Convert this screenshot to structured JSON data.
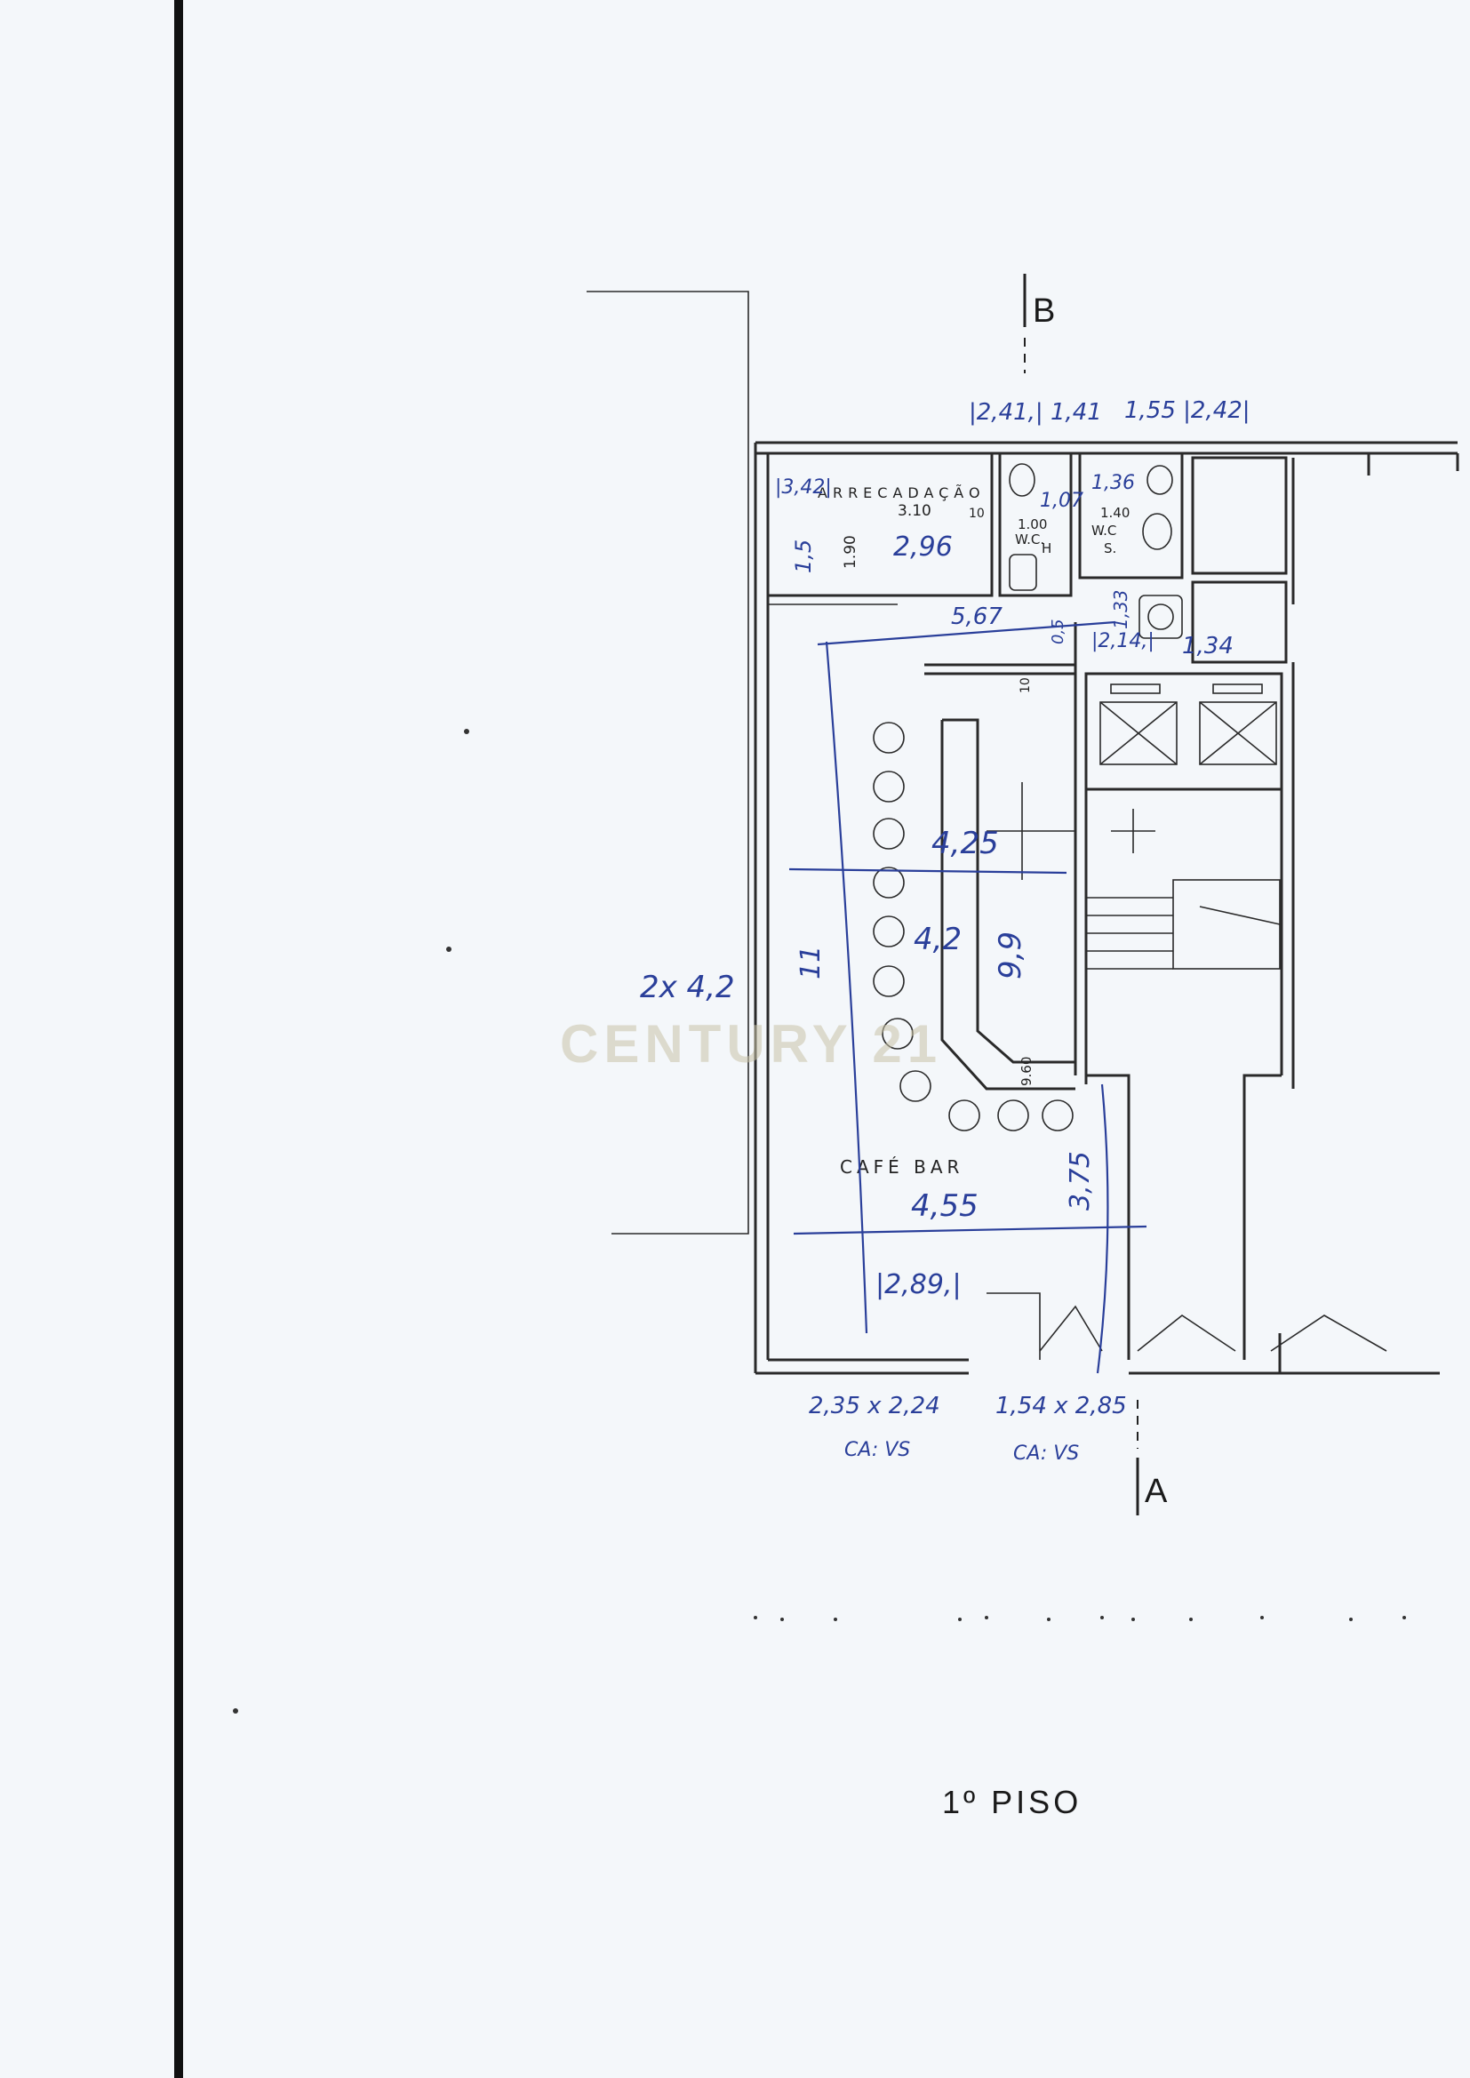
{
  "plan": {
    "floor_title": "1º PISO",
    "watermark": "CENTURY 21",
    "section_marks": {
      "top": "B",
      "bottom": "A"
    },
    "rooms": {
      "storage": "ARRECADAÇÃO",
      "wc_men": "W.C.",
      "wc_men_tag": "H",
      "wc_women": "W.C",
      "wc_women_tag": "S.",
      "cafe": "CAFÉ BAR"
    },
    "printed_dimensions": {
      "storage_w": "3.10",
      "storage_h": "1.90",
      "storage_gap": "10",
      "wc1_w": "1.00",
      "wc2_w": "1.40",
      "corridor_gap": "10",
      "bar_depth": "9.60"
    },
    "handwritten_notes": {
      "top_left": "|2,41,| 1,41",
      "top_right": "1,55 |2,42|",
      "storage_a": "|3,42|",
      "storage_area": "2,96",
      "storage_side": "1,5",
      "wc1_h": "1,07",
      "wc2_h": "1,36",
      "corridor": "5,67",
      "corridor_b": "0,5",
      "corridor_c": "1,33",
      "corridor_d": "|2,14,|",
      "right_small": "1,34",
      "bar_a": "4,25",
      "bar_b": "4,2",
      "bar_c": "9,9",
      "left_side": "2x 4,2",
      "long_side": "11",
      "front_width": "4,55",
      "front_d": "3,75",
      "front_area": "|2,89,|",
      "window_1": "2,35 x 2,24",
      "window_1_note": "CA: VS",
      "window_2": "1,54 x 2,85",
      "window_2_note": "CA: VS"
    }
  }
}
